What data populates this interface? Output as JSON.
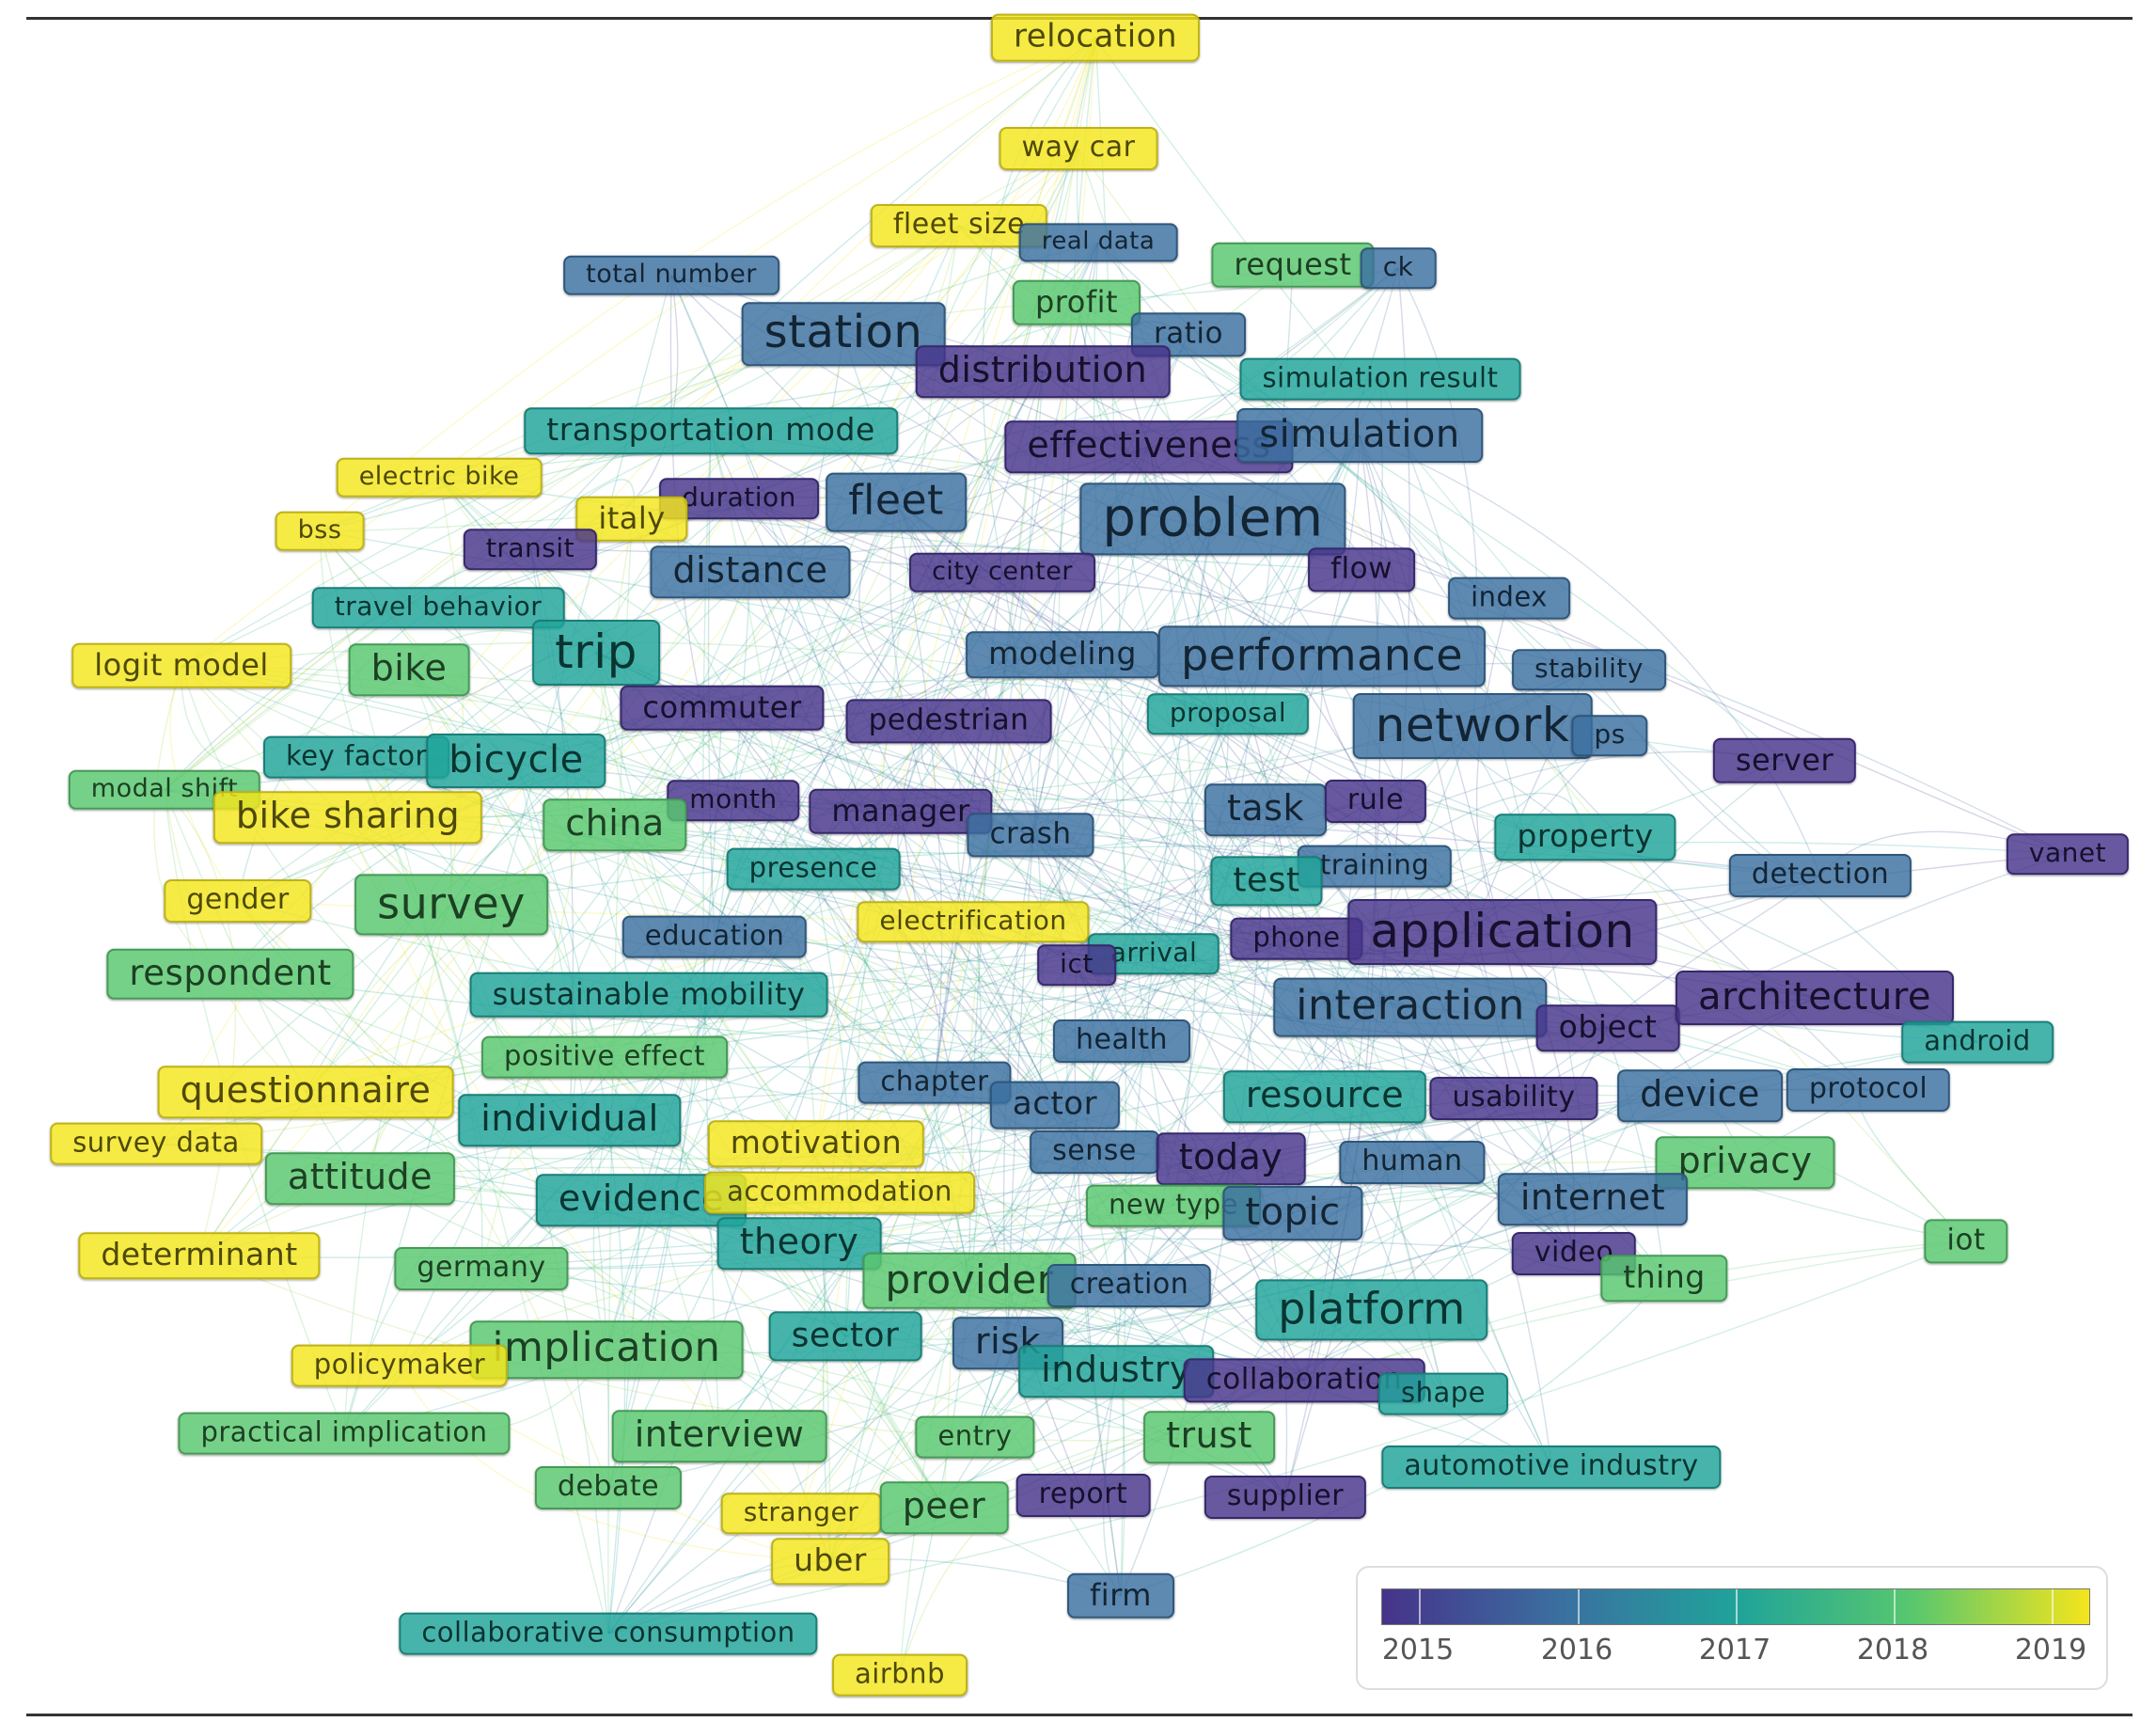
{
  "legend": {
    "ticks": [
      "2015",
      "2016",
      "2017",
      "2018",
      "2019"
    ],
    "gradient": [
      "#46338a",
      "#3b6fa0",
      "#1fa39a",
      "#58c76e",
      "#f4e51c"
    ]
  },
  "terms": [
    {
      "label": "relocation",
      "year": 2019
    },
    {
      "label": "way car",
      "year": 2019
    },
    {
      "label": "fleet size",
      "year": 2019
    },
    {
      "label": "real data",
      "year": 2016
    },
    {
      "label": "request",
      "year": 2018
    },
    {
      "label": "ck",
      "year": 2016
    },
    {
      "label": "total number",
      "year": 2016
    },
    {
      "label": "profit",
      "year": 2018
    },
    {
      "label": "station",
      "year": 2016
    },
    {
      "label": "ratio",
      "year": 2016
    },
    {
      "label": "distribution",
      "year": 2015
    },
    {
      "label": "simulation result",
      "year": 2017
    },
    {
      "label": "transportation mode",
      "year": 2017
    },
    {
      "label": "effectiveness",
      "year": 2015
    },
    {
      "label": "simulation",
      "year": 2016
    },
    {
      "label": "electric bike",
      "year": 2019
    },
    {
      "label": "duration",
      "year": 2015
    },
    {
      "label": "fleet",
      "year": 2016
    },
    {
      "label": "problem",
      "year": 2016
    },
    {
      "label": "bss",
      "year": 2019
    },
    {
      "label": "italy",
      "year": 2019
    },
    {
      "label": "transit",
      "year": 2015
    },
    {
      "label": "distance",
      "year": 2016
    },
    {
      "label": "city center",
      "year": 2015
    },
    {
      "label": "flow",
      "year": 2015
    },
    {
      "label": "travel behavior",
      "year": 2017
    },
    {
      "label": "index",
      "year": 2016
    },
    {
      "label": "logit model",
      "year": 2019
    },
    {
      "label": "bike",
      "year": 2018
    },
    {
      "label": "trip",
      "year": 2017
    },
    {
      "label": "modeling",
      "year": 2016
    },
    {
      "label": "performance",
      "year": 2016
    },
    {
      "label": "stability",
      "year": 2016
    },
    {
      "label": "commuter",
      "year": 2015
    },
    {
      "label": "pedestrian",
      "year": 2015
    },
    {
      "label": "proposal",
      "year": 2017
    },
    {
      "label": "network",
      "year": 2016
    },
    {
      "label": "ps",
      "year": 2016
    },
    {
      "label": "server",
      "year": 2015
    },
    {
      "label": "key factor",
      "year": 2017
    },
    {
      "label": "bicycle",
      "year": 2017
    },
    {
      "label": "modal shift",
      "year": 2018
    },
    {
      "label": "month",
      "year": 2015
    },
    {
      "label": "manager",
      "year": 2015
    },
    {
      "label": "task",
      "year": 2016
    },
    {
      "label": "rule",
      "year": 2015
    },
    {
      "label": "bike sharing",
      "year": 2019
    },
    {
      "label": "china",
      "year": 2018
    },
    {
      "label": "crash",
      "year": 2016
    },
    {
      "label": "property",
      "year": 2017
    },
    {
      "label": "presence",
      "year": 2017
    },
    {
      "label": "training",
      "year": 2016
    },
    {
      "label": "test",
      "year": 2017
    },
    {
      "label": "detection",
      "year": 2016
    },
    {
      "label": "vanet",
      "year": 2015
    },
    {
      "label": "gender",
      "year": 2019
    },
    {
      "label": "survey",
      "year": 2018
    },
    {
      "label": "electrification",
      "year": 2019
    },
    {
      "label": "education",
      "year": 2016
    },
    {
      "label": "phone",
      "year": 2015
    },
    {
      "label": "application",
      "year": 2015
    },
    {
      "label": "arrival",
      "year": 2017
    },
    {
      "label": "ict",
      "year": 2015
    },
    {
      "label": "respondent",
      "year": 2018
    },
    {
      "label": "sustainable mobility",
      "year": 2017
    },
    {
      "label": "interaction",
      "year": 2016
    },
    {
      "label": "object",
      "year": 2015
    },
    {
      "label": "architecture",
      "year": 2015
    },
    {
      "label": "android",
      "year": 2017
    },
    {
      "label": "positive effect",
      "year": 2018
    },
    {
      "label": "health",
      "year": 2016
    },
    {
      "label": "questionnaire",
      "year": 2019
    },
    {
      "label": "chapter",
      "year": 2016
    },
    {
      "label": "individual",
      "year": 2017
    },
    {
      "label": "actor",
      "year": 2016
    },
    {
      "label": "resource",
      "year": 2017
    },
    {
      "label": "usability",
      "year": 2015
    },
    {
      "label": "device",
      "year": 2016
    },
    {
      "label": "protocol",
      "year": 2016
    },
    {
      "label": "survey data",
      "year": 2019
    },
    {
      "label": "motivation",
      "year": 2019
    },
    {
      "label": "sense",
      "year": 2016
    },
    {
      "label": "today",
      "year": 2015
    },
    {
      "label": "human",
      "year": 2016
    },
    {
      "label": "privacy",
      "year": 2018
    },
    {
      "label": "attitude",
      "year": 2018
    },
    {
      "label": "evidence",
      "year": 2017
    },
    {
      "label": "accommodation",
      "year": 2019
    },
    {
      "label": "new type",
      "year": 2018
    },
    {
      "label": "topic",
      "year": 2016
    },
    {
      "label": "internet",
      "year": 2016
    },
    {
      "label": "iot",
      "year": 2018
    },
    {
      "label": "theory",
      "year": 2017
    },
    {
      "label": "video",
      "year": 2015
    },
    {
      "label": "thing",
      "year": 2018
    },
    {
      "label": "determinant",
      "year": 2019
    },
    {
      "label": "germany",
      "year": 2018
    },
    {
      "label": "provider",
      "year": 2018
    },
    {
      "label": "creation",
      "year": 2016
    },
    {
      "label": "platform",
      "year": 2017
    },
    {
      "label": "sector",
      "year": 2017
    },
    {
      "label": "risk",
      "year": 2016
    },
    {
      "label": "implication",
      "year": 2018
    },
    {
      "label": "policymaker",
      "year": 2019
    },
    {
      "label": "industry",
      "year": 2017
    },
    {
      "label": "collaboration",
      "year": 2015
    },
    {
      "label": "shape",
      "year": 2017
    },
    {
      "label": "practical implication",
      "year": 2018
    },
    {
      "label": "interview",
      "year": 2018
    },
    {
      "label": "entry",
      "year": 2018
    },
    {
      "label": "trust",
      "year": 2018
    },
    {
      "label": "automotive industry",
      "year": 2017
    },
    {
      "label": "debate",
      "year": 2018
    },
    {
      "label": "stranger",
      "year": 2019
    },
    {
      "label": "peer",
      "year": 2018
    },
    {
      "label": "report",
      "year": 2015
    },
    {
      "label": "supplier",
      "year": 2015
    },
    {
      "label": "uber",
      "year": 2019
    },
    {
      "label": "firm",
      "year": 2016
    },
    {
      "label": "collaborative consumption",
      "year": 2017
    },
    {
      "label": "airbnb",
      "year": 2019
    }
  ]
}
